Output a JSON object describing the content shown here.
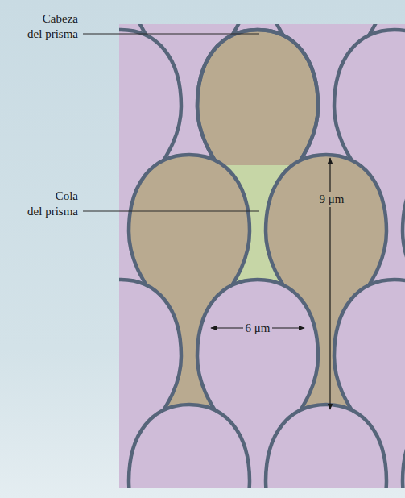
{
  "diagram": {
    "labels": [
      "Cabeza del prisma",
      "Cola del prisma",
      "9 μm",
      "6 μm"
    ]
  }
}
